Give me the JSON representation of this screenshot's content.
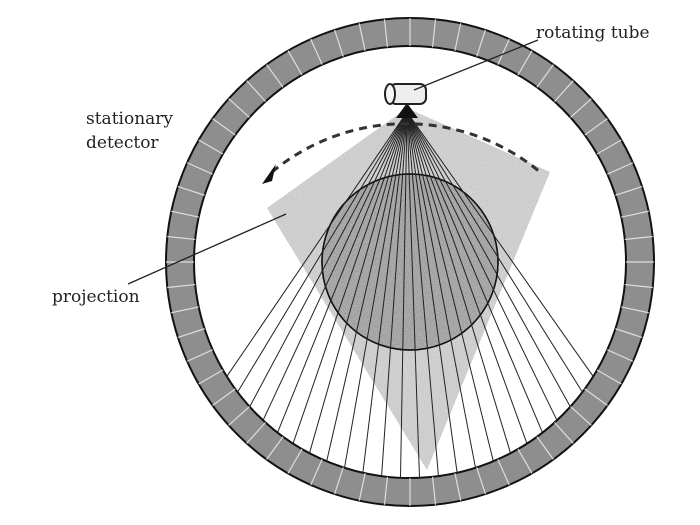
{
  "labels": {
    "rotating_tube": "rotating tube",
    "stationary": "stationary",
    "detector": "detector",
    "projection": "projection"
  },
  "detector_ring": {
    "segment_count": 60
  },
  "fan_beam": {
    "ray_count": 24
  },
  "colors": {
    "ring_outline": "#111111",
    "detector_segment": "#8e8e8e",
    "detector_border": "#dddddd",
    "beam_fill": "#c9c9c9",
    "ray": "#222222",
    "object_fill": "#9a9a9a",
    "rotation_arc": "#333333"
  }
}
